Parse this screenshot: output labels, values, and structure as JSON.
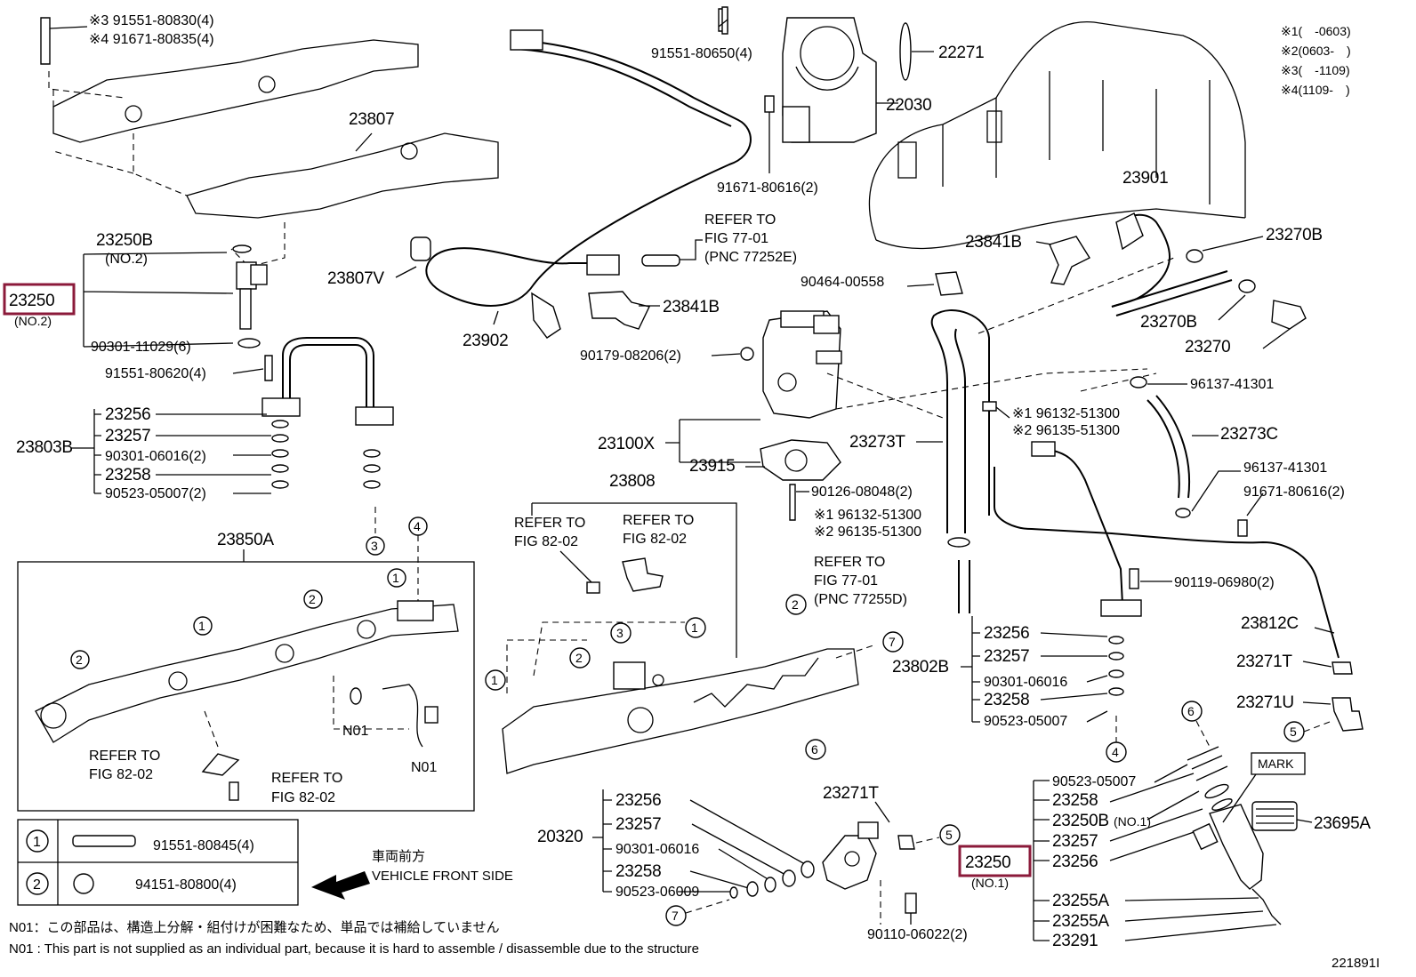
{
  "legend_ranges": [
    "※1(　-0603)",
    "※2(0603-　)",
    "※3(　-1109)",
    "※4(1109-　)"
  ],
  "top_left": {
    "bolt_a": "※3 91551-80830(4)",
    "bolt_b": "※4 91671-80835(4)",
    "cover": "23807",
    "cushion": "23807V"
  },
  "injector_no2": {
    "seal": "23250B",
    "seal_note": "(NO.2)",
    "injector": "23250",
    "injector_note": "(NO.2)",
    "oring": "90301-11029(6)",
    "bolt": "91551-80620(4)"
  },
  "group_23803b": {
    "label": "23803B",
    "items": [
      "23256",
      "23257",
      "90301-06016(2)",
      "23258",
      "90523-05007(2)"
    ]
  },
  "rail_box": {
    "label": "23850A",
    "n01": "N01",
    "refer": "REFER TO",
    "fig": "FIG 82-02"
  },
  "top_center": {
    "bolt": "91551-80650(4)",
    "throttle": "22030",
    "gasket": "22271",
    "screw": "91671-80616(2)",
    "tube": "23902",
    "clip": "23841B",
    "refer": "REFER TO",
    "fig": "FIG 77-01",
    "pnc": "(PNC 77252E)"
  },
  "center": {
    "clamp": "90464-00558",
    "nut": "90179-08206(2)",
    "vsv": "23100X",
    "gasket": "23915",
    "stud": "90126-08048(2)",
    "hose": "23273T",
    "c1": "※1 96132-51300",
    "c2": "※2 96135-51300",
    "refer": "REFER TO",
    "fig": "FIG 77-01",
    "pnc": "(PNC 77255D)"
  },
  "right_top": {
    "hose": "23901",
    "clip": "23841B",
    "gasket": "23270B",
    "gasket2": "23270B",
    "bolt": "23270",
    "clamp": "96137-41301",
    "c1": "※1 96132-51300",
    "c2": "※2 96135-51300",
    "hose2": "23273C",
    "clamp2": "96137-41301",
    "screw": "91671-80616(2)",
    "bolt2": "90119-06980(2)"
  },
  "group_23808": {
    "label": "23808",
    "refer": "REFER TO",
    "fig": "FIG 82-02"
  },
  "group_23802b": {
    "label": "23802B",
    "items": [
      "23256",
      "23257",
      "90301-06016",
      "23258",
      "90523-05007"
    ],
    "pipe": "23812C",
    "clamp_t": "23271T",
    "clamp_u": "23271U"
  },
  "group_20320": {
    "label": "20320",
    "items": [
      "23256",
      "23257",
      "90301-06016",
      "23258",
      "90523-06009"
    ],
    "clamp": "23271T",
    "bolt": "90110-06022(2)"
  },
  "injector_no1": {
    "items": [
      "90523-05007",
      "23258",
      "23250B",
      "23257",
      "23250",
      "23256",
      "23255A",
      "23255A",
      "23291"
    ],
    "seal_note": "(NO.1)",
    "injector_note": "(NO.1)",
    "mark": "MARK",
    "connector": "23695A"
  },
  "fastener_legend": [
    {
      "num": "1",
      "part": "91551-80845(4)"
    },
    {
      "num": "2",
      "part": "94151-80800(4)"
    }
  ],
  "direction": {
    "jp": "車両前方",
    "en": "VEHICLE FRONT SIDE"
  },
  "notes": [
    "N01：この部品は、構造上分解・組付けが困難なため、単品では補給していません",
    "N01 : This part is not supplied as an individual part, because it is hard to assemble / disassemble due to the structure"
  ],
  "figure_id": "221891I"
}
